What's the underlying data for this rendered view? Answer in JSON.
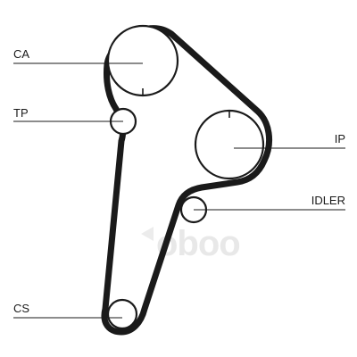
{
  "labels": {
    "ca": "CA",
    "tp": "TP",
    "ip": "IP",
    "idler": "IDLER",
    "cs": "CS"
  },
  "watermark": {
    "text": "oboo"
  },
  "colors": {
    "line": "#1a1a1a",
    "background": "#ffffff",
    "watermark": "#e8e8e8"
  }
}
